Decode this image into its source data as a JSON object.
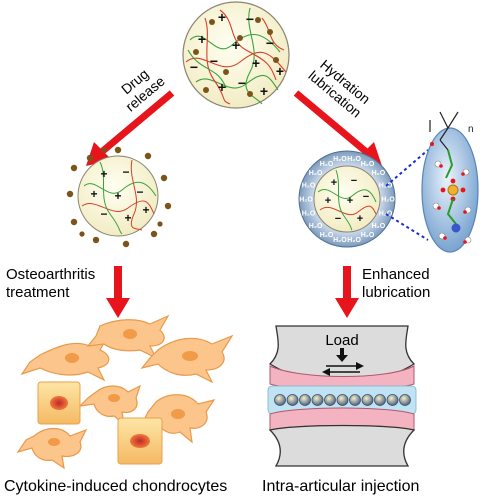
{
  "labels": {
    "drug_release_1": "Drug",
    "drug_release_2": "release",
    "hydration_1": "Hydration",
    "hydration_2": "lubrication",
    "oa_1": "Osteoarthritis",
    "oa_2": "treatment",
    "enhanced_1": "Enhanced",
    "enhanced_2": "lubrication",
    "load": "Load",
    "caption_left": "Cytokine-induced chondrocytes",
    "caption_right": "Intra-articular injection",
    "water": "H₂O",
    "polymer_n": "n"
  },
  "charges": {
    "plus": "+",
    "minus": "−"
  },
  "icons": [
    "red-arrow-icon",
    "double-arrow-icon",
    "down-arrow-icon"
  ],
  "colors": {
    "arrow_red": "#e8141c",
    "sphere_fill": "#fffde8",
    "strand_green": "#3aa33a",
    "strand_red": "#d8402a",
    "drug_brown": "#7a5418",
    "cell_orange": "#fcc58c",
    "cell_outline": "#e89a4a",
    "shell_blue": "#6f8fb3",
    "cartilage_pink": "#f3b3c0",
    "bone_gray": "#dcdcdc",
    "synovial_blue": "#bfe3f2"
  }
}
